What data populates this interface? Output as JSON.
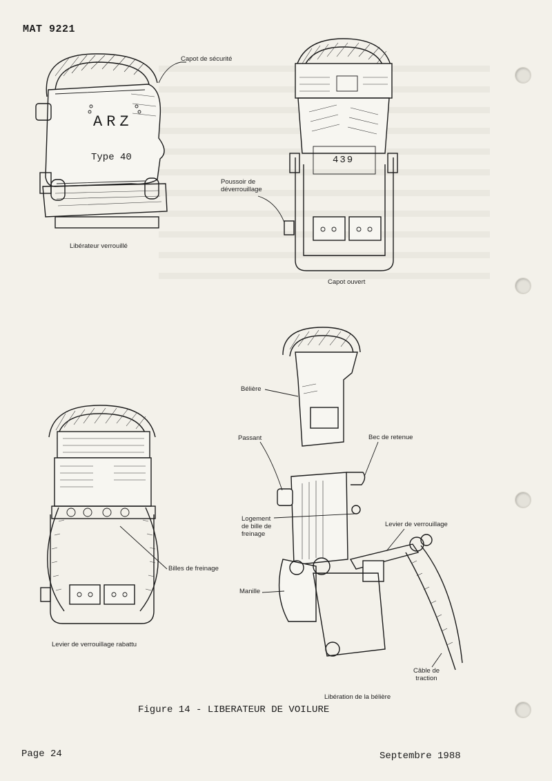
{
  "header": {
    "doc_id": "MAT 9221"
  },
  "figure": {
    "caption": "Figure 14 - LIBERATEUR DE VOILURE",
    "drawing1": {
      "label_capot": "Capot de sécurité",
      "engraving_brand": "ARZ",
      "engraving_type": "Type 40",
      "caption": "Libérateur verrouillé"
    },
    "drawing2": {
      "label_poussoir": "Poussoir de déverrouillage",
      "stamp": "439",
      "caption": "Capot ouvert"
    },
    "drawing3": {
      "label_billes": "Billes de freinage",
      "caption": "Levier de verrouillage rabattu"
    },
    "drawing4": {
      "label_beliere": "Bélière",
      "label_passant": "Passant",
      "label_bec": "Bec de retenue",
      "label_logement": "Logement de bille de freinage",
      "label_levier": "Levier de verrouillage",
      "label_manille": "Manille",
      "label_cable": "Câble de traction",
      "caption": "Libération de la bélière"
    }
  },
  "footer": {
    "page": "Page 24",
    "date": "Septembre 1988"
  },
  "colors": {
    "paper": "#f3f1ea",
    "ink": "#1a1a1a",
    "bleed": "#b9b7b0"
  }
}
